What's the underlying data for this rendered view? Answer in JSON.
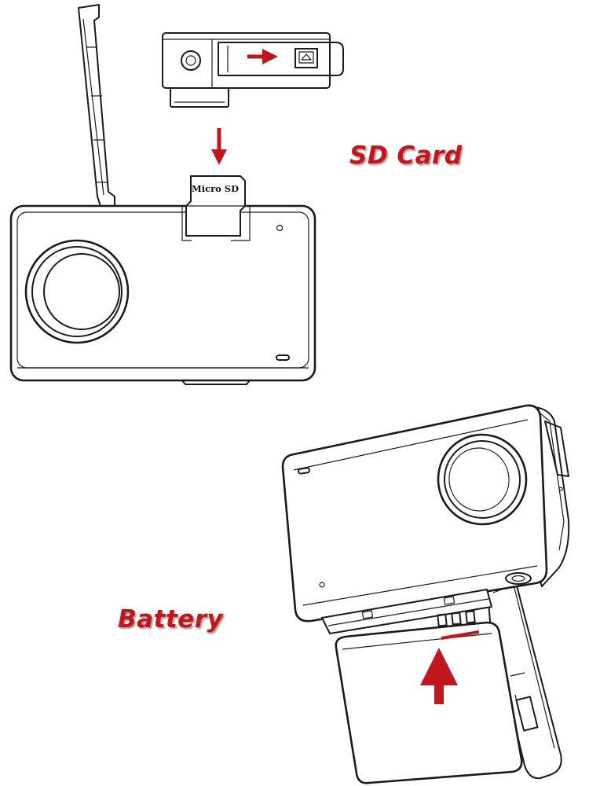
{
  "labels": {
    "sd_card": "SD Card",
    "battery": "Battery",
    "card_text": "Micro SD"
  },
  "colors": {
    "accent_red": "#c0161d",
    "line": "#1a1a1a",
    "background": "#ffffff"
  }
}
